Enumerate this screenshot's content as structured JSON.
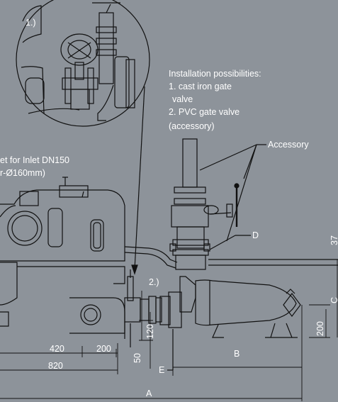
{
  "labels": {
    "detail_1": "1.)",
    "detail_2": "2.)",
    "install_title": "Installation possibilities:",
    "install_1a": "1. cast iron gate",
    "install_1b": "valve",
    "install_2a": "2. PVC gate valve",
    "install_2b": "(accessory)",
    "accessory": "Accessory",
    "inlet_a": "et for Inlet DN150",
    "inlet_b": "r-Ø160mm)",
    "marker_d": "D",
    "marker_e": "E"
  },
  "dimensions": {
    "d420": "420",
    "d200_h": "200",
    "d820": "820",
    "d120": "120",
    "d50": "50",
    "d_b": "B",
    "d_a": "A",
    "d200_v": "200",
    "d_c": "C",
    "d37": "37"
  },
  "colors": {
    "background": "#8d939a",
    "line": "#111111",
    "text": "#ffffff"
  }
}
